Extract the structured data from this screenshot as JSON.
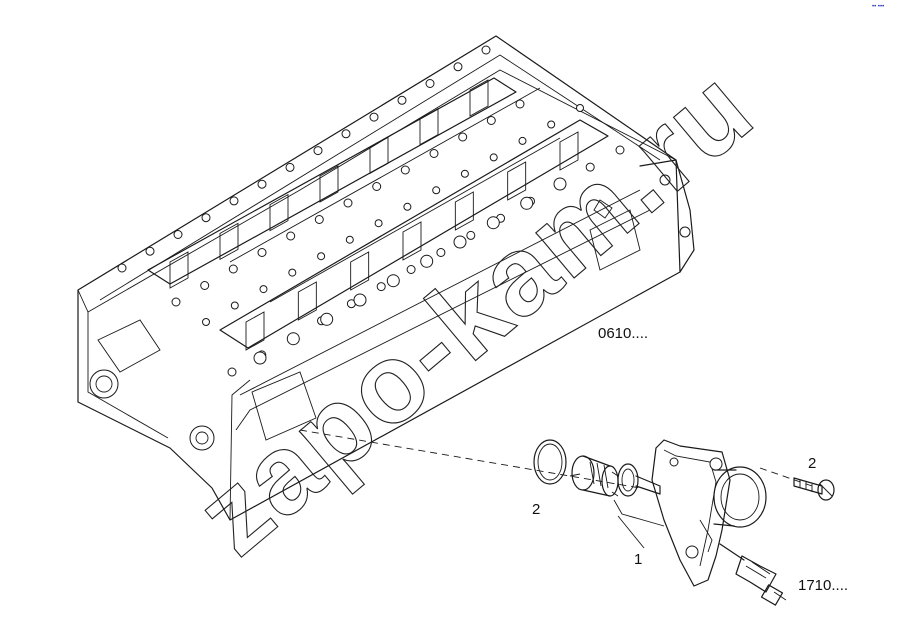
{
  "diagram": {
    "callouts": {
      "ref_head": "0610....",
      "ref_sensor": "1710....",
      "part_1": "1",
      "part_2_left": "2",
      "part_2_right": "2"
    },
    "watermark": "zapo-kam.ru",
    "corner_mark": "•• •••"
  }
}
